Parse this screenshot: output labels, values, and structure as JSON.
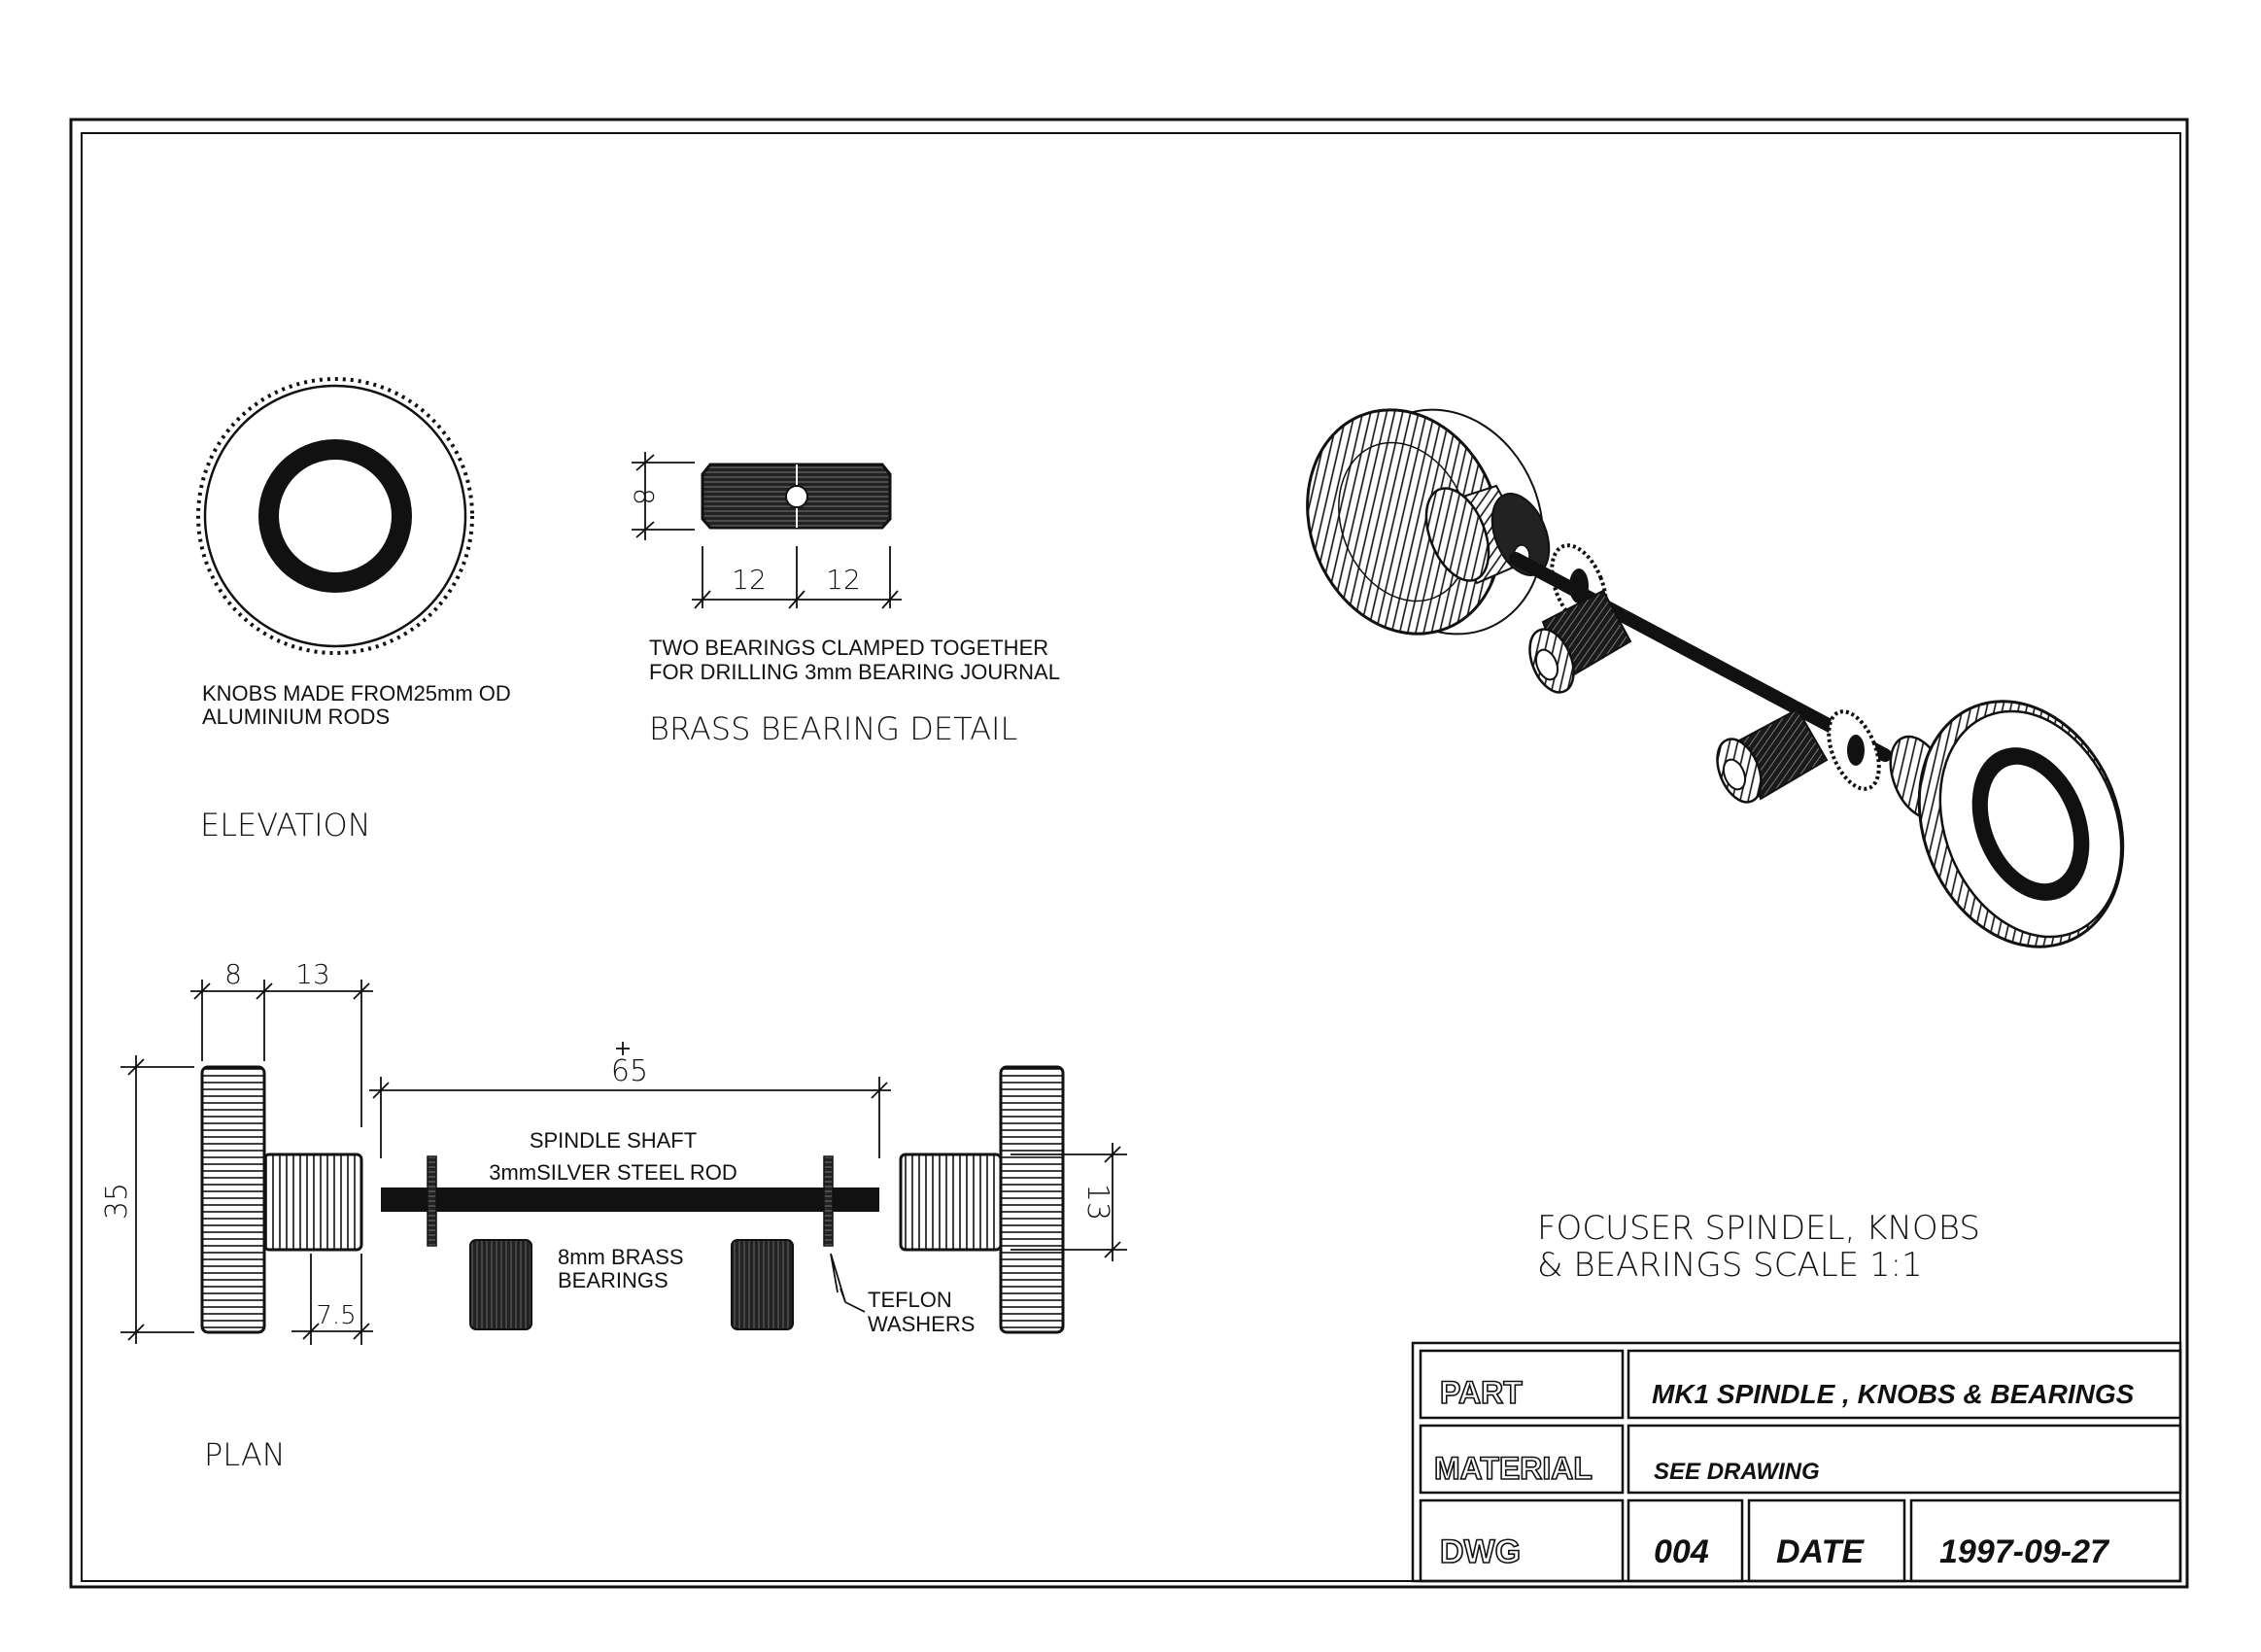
{
  "elevation": {
    "note_line1": "KNOBS MADE FROM25mm OD",
    "note_line2": "ALUMINIUM RODS",
    "caption": "ELEVATION"
  },
  "bearing_detail": {
    "dim_height": "8",
    "dim_left": "12",
    "dim_right": "12",
    "note_line1": "TWO BEARINGS CLAMPED TOGETHER",
    "note_line2": "FOR DRILLING 3mm BEARING JOURNAL",
    "caption": "BRASS BEARING DETAIL"
  },
  "plan": {
    "dim_knob_width": "8",
    "dim_boss_length": "13",
    "dim_shaft_length": "65",
    "dim_knob_diameter": "35",
    "dim_boss_diameter": "13",
    "dim_boss_small": "7.5",
    "shaft_label_line1": "SPINDLE SHAFT",
    "shaft_label_line2": "3mmSILVER STEEL ROD",
    "bearings_line1": "8mm BRASS",
    "bearings_line2": "BEARINGS",
    "washers_line1": "TEFLON",
    "washers_line2": "WASHERS",
    "caption": "PLAN"
  },
  "iso_view": {
    "caption_line1": "FOCUSER SPINDEL, KNOBS",
    "caption_line2": "& BEARINGS SCALE 1:1"
  },
  "title_block": {
    "part_label": "PART",
    "part_value": "MK1  SPINDLE , KNOBS & BEARINGS",
    "material_label": "MATERIAL",
    "material_value": "SEE DRAWING",
    "dwg_label": "DWG",
    "dwg_value": "004",
    "date_label": "DATE",
    "date_value": "1997-09-27"
  }
}
